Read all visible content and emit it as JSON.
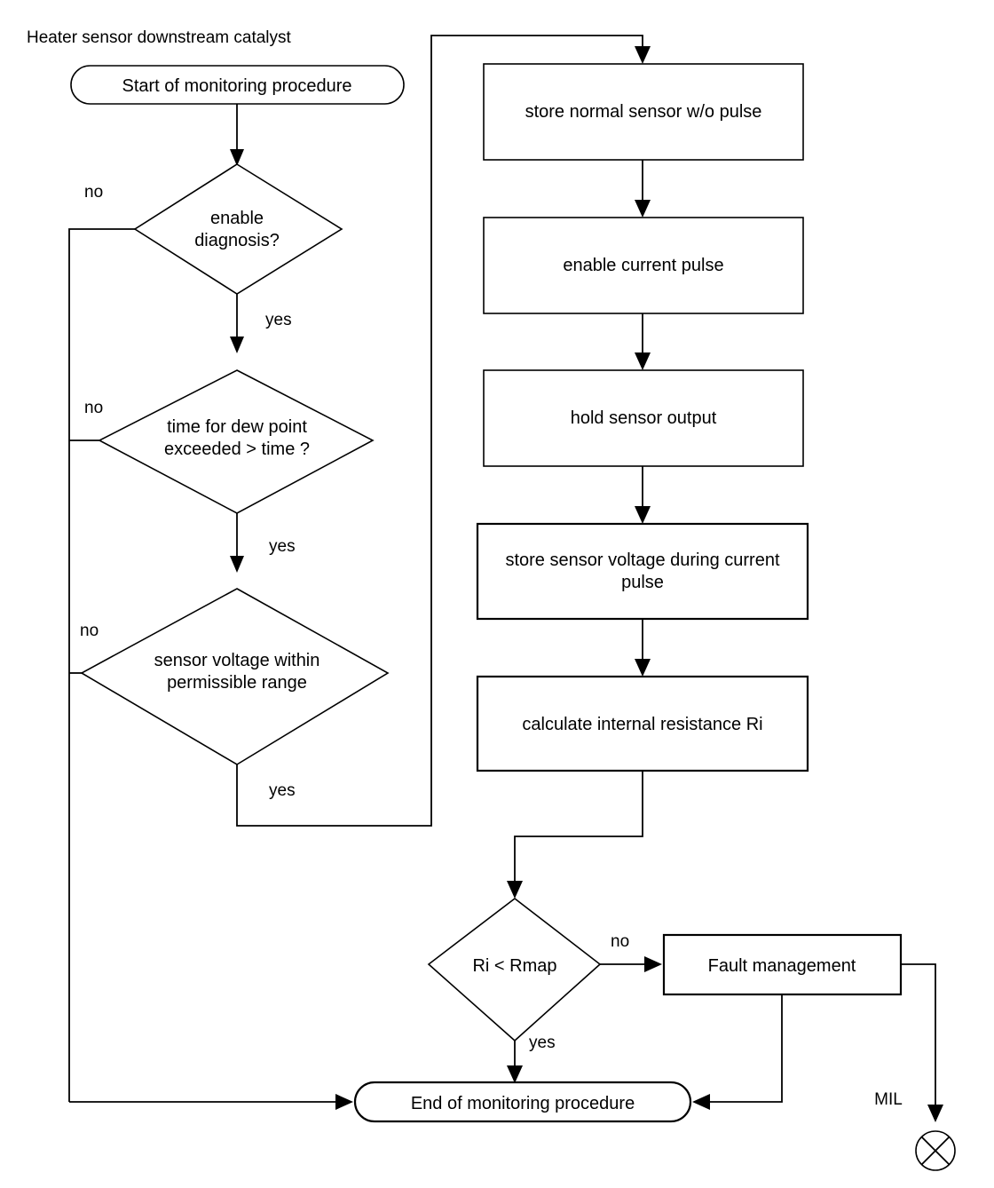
{
  "diagram": {
    "title": "Heater sensor downstream catalyst",
    "type": "flowchart",
    "nodes": {
      "start": {
        "label": "Start of monitoring procedure",
        "shape": "terminator"
      },
      "d1": {
        "label_line1": "enable",
        "label_line2": "diagnosis?",
        "shape": "decision"
      },
      "d2": {
        "label_line1": "time for dew point",
        "label_line2": "exceeded > time ?",
        "shape": "decision"
      },
      "d3": {
        "label_line1": "sensor voltage within",
        "label_line2": "permissible range",
        "shape": "decision"
      },
      "p1": {
        "label": "store normal sensor w/o pulse",
        "shape": "process"
      },
      "p2": {
        "label": "enable current pulse",
        "shape": "process"
      },
      "p3": {
        "label": "hold sensor output",
        "shape": "process"
      },
      "p4": {
        "label_line1": "store sensor voltage during current",
        "label_line2": "pulse",
        "shape": "process"
      },
      "p5": {
        "label": "calculate internal resistance Ri",
        "shape": "process"
      },
      "d4": {
        "label": "Ri < Rmap",
        "shape": "decision"
      },
      "fault": {
        "label": "Fault management",
        "shape": "process"
      },
      "end": {
        "label": "End of monitoring procedure",
        "shape": "terminator"
      },
      "mil": {
        "label": "MIL",
        "shape": "lamp"
      }
    },
    "edge_labels": {
      "d1_no": "no",
      "d1_yes": "yes",
      "d2_no": "no",
      "d2_yes": "yes",
      "d3_no": "no",
      "d3_yes": "yes",
      "d4_no": "no",
      "d4_yes": "yes"
    },
    "colors": {
      "stroke": "#000000",
      "fill": "#ffffff",
      "text": "#000000"
    }
  }
}
